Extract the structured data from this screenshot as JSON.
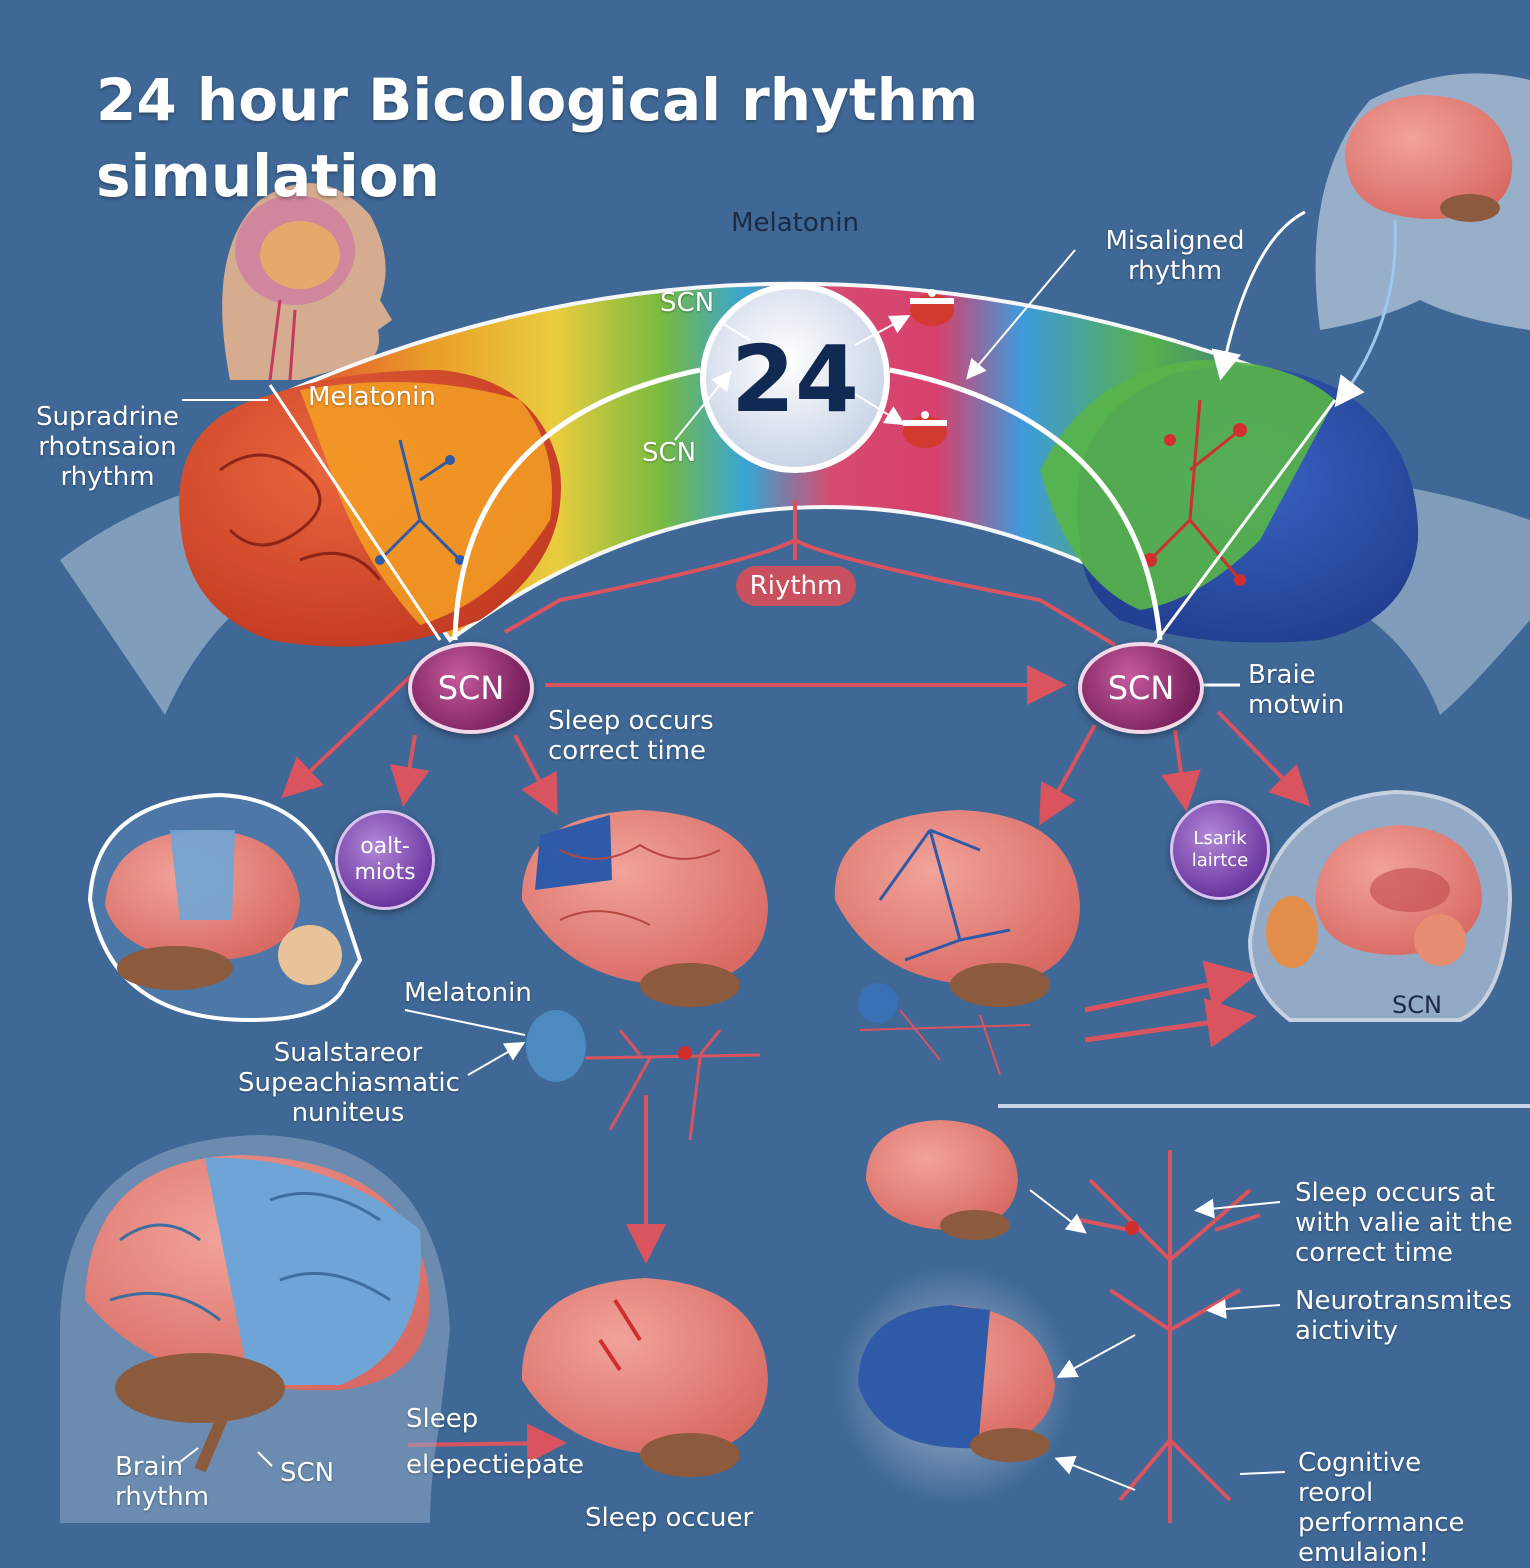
{
  "title": "24 hour Bicological rhythm simulation",
  "clock": {
    "number": "24"
  },
  "top_arc": {
    "melatonin_top": "Melatonin",
    "scn_upper": "SCN",
    "scn_lower": "SCN",
    "melatonin_left": "Melatonin",
    "rhythm_pill": "Riythm"
  },
  "left_label": {
    "lines": [
      "Supradrine",
      "rhotnsaion",
      "rhythm"
    ]
  },
  "misaligned": {
    "lines": [
      "Misaligned",
      "rhythm"
    ]
  },
  "scn_nodes": {
    "left": "SCN",
    "right": "SCN"
  },
  "brain_motwin": {
    "lines": [
      "Braie",
      "motwin"
    ]
  },
  "sleep_correct": {
    "lines": [
      "Sleep occurs",
      "correct time"
    ]
  },
  "orb_left": {
    "lines": [
      "oalt-",
      "miots"
    ]
  },
  "orb_right": {
    "lines": [
      "Lsarik",
      "lairtce"
    ]
  },
  "melatonin_mid": "Melatonin",
  "suprachiasmatic": {
    "lines": [
      "Sualstareor",
      "Supeachiasmatic",
      "nuniteus"
    ]
  },
  "right_head_scn": "SCN",
  "bottom_left": {
    "brain_rhythm": [
      "Brain",
      "rhythm"
    ],
    "scn": "SCN"
  },
  "sleep_phase": {
    "lines": [
      "Sleep",
      "elepectiepate"
    ]
  },
  "sleep_occuer": "Sleep occuer",
  "right_notes": {
    "sleep_occurs": [
      "Sleep occurs at",
      "with valie ait the",
      "correct time"
    ],
    "neurotransmites": [
      "Neurotransmites",
      "aictivity"
    ],
    "cognitive": [
      "Cognitive",
      "reorol performance",
      "emulaion!"
    ]
  },
  "colors": {
    "background": "#3f6896",
    "arrow_red": "#d9545f",
    "scn_magenta": "#8a2a6a",
    "orb_purple": "#6d3aa1",
    "brain_pink": "#e8877e",
    "brain_blue": "#6fa5d6"
  }
}
